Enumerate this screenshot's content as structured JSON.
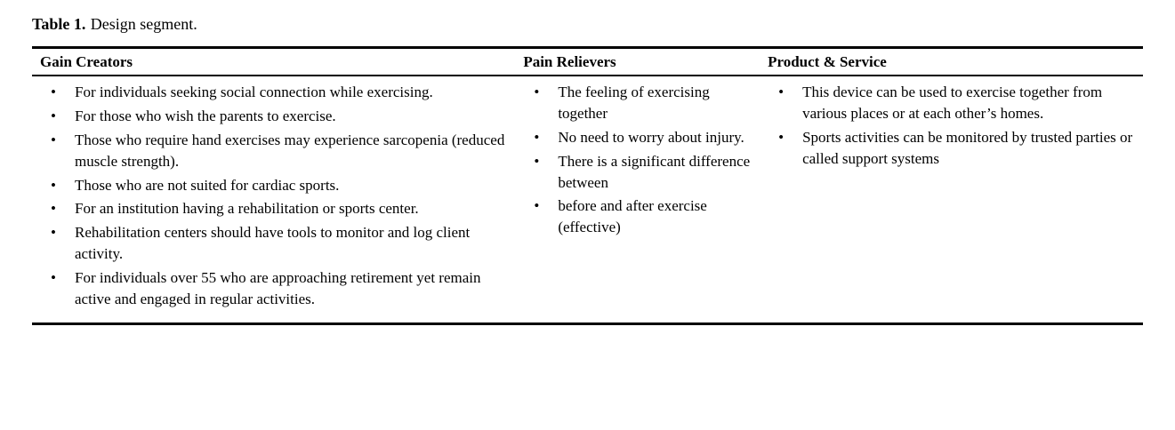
{
  "caption": {
    "label": "Table 1.",
    "text": "Design segment."
  },
  "table": {
    "columns": [
      {
        "header": "Gain Creators",
        "items": [
          "For individuals seeking social connection while exercising.",
          "For those who wish the parents to exercise.",
          "Those who require hand exercises may experience sarcopenia (reduced muscle strength).",
          "Those who are not suited for cardiac sports.",
          "For an institution having a rehabilitation or sports center.",
          "Rehabilitation centers should have tools to monitor and log client activity.",
          "For individuals over 55 who are approaching retirement yet remain active and engaged in regular activities."
        ]
      },
      {
        "header": "Pain Relievers",
        "items": [
          "The feeling of exercising together",
          "No need to worry about injury.",
          "There is a significant difference between",
          "before and after exercise (effective)"
        ]
      },
      {
        "header": "Product & Service",
        "items": [
          "This device can be used to exercise together from various places or at each other’s homes.",
          "Sports activities can be monitored by trusted parties or called support systems"
        ]
      }
    ]
  }
}
